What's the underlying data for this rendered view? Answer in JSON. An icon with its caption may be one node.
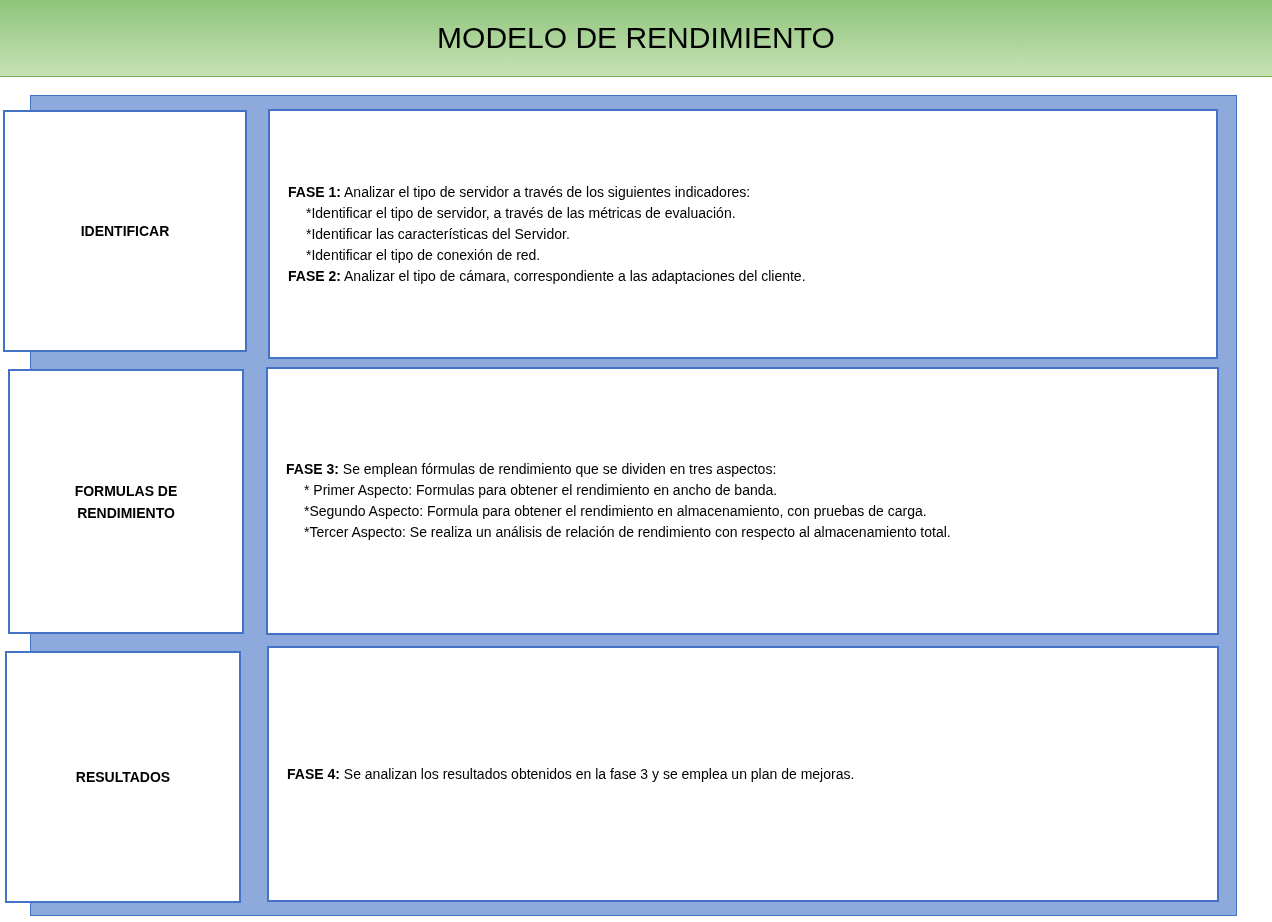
{
  "diagram": {
    "title": "MODELO DE RENDIMIENTO",
    "nodes": [
      {
        "text": [
          "IDENTIFICAR"
        ]
      },
      {
        "text": [
          "**FASE 1:** Analizar el tipo de servidor a través de los siguientes indicadores:",
          "*Identificar el tipo de servidor, a través de las métricas de evaluación.",
          "*Identificar las características del Servidor.",
          "*Identificar el tipo de conexión de red.",
          "**FASE 2:** Analizar el tipo de cámara, correspondiente a las adaptaciones del cliente."
        ]
      },
      {
        "text": [
          "FORMULAS DE RENDIMIENTO"
        ]
      },
      {
        "text": [
          "**FASE 3:** Se emplean fórmulas de rendimiento que se dividen en tres aspectos:",
          "* Primer Aspecto: Formulas para obtener el rendimiento en ancho de banda.",
          "*Segundo Aspecto: Formula para obtener el rendimiento en almacenamiento, con pruebas de carga.",
          "*Tercer Aspecto: Se realiza un análisis de relación de rendimiento con respecto al almacenamiento total."
        ]
      },
      {
        "text": [
          "RESULTADOS"
        ]
      },
      {
        "text": [
          "**FASE 4:** Se analizan los resultados obtenidos en la fase 3 y se emplea un plan de mejoras."
        ]
      }
    ],
    "edges": []
  }
}
